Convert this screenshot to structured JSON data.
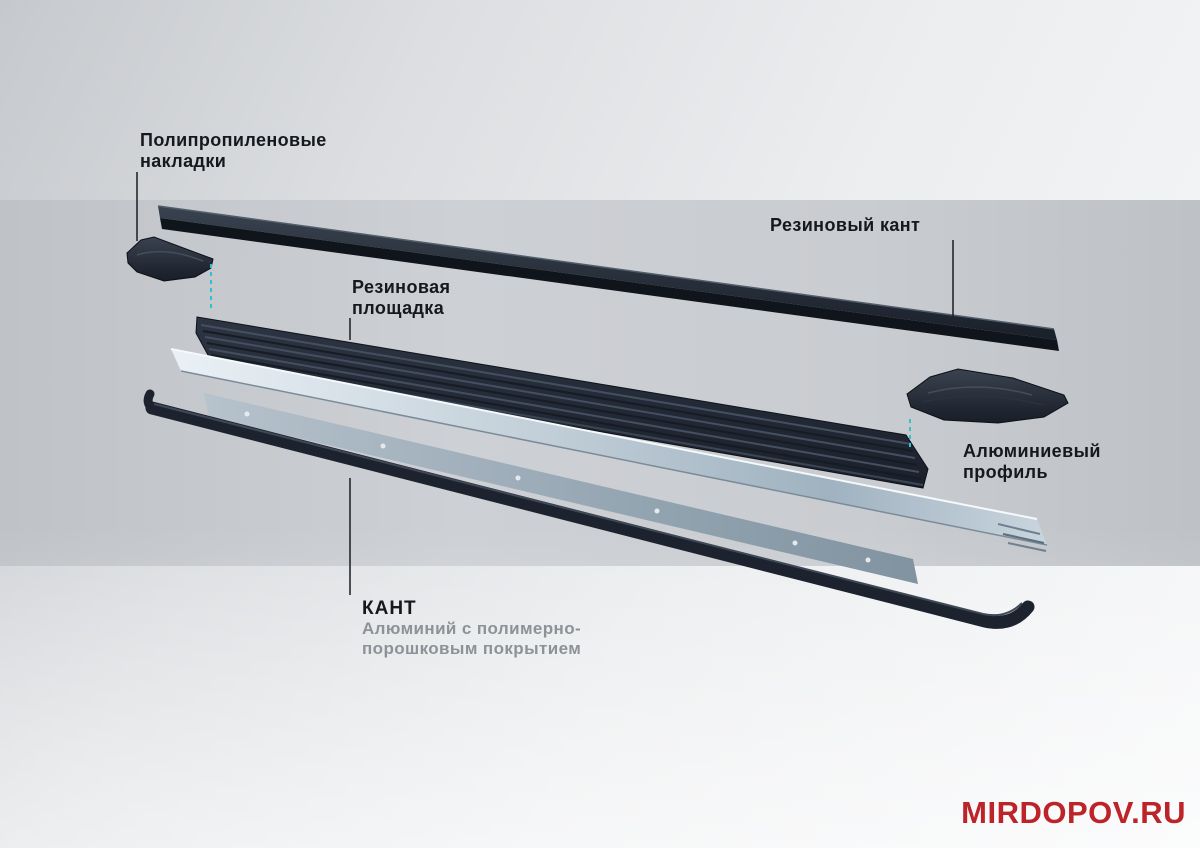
{
  "labels": {
    "polypropylene_pads": {
      "line1": "Полипропиленовые",
      "line2": "накладки"
    },
    "rubber_trim": {
      "text": "Резиновый кант"
    },
    "rubber_pad": {
      "line1": "Резиновая",
      "line2": "площадка"
    },
    "aluminum_profile": {
      "line1": "Алюминиевый",
      "line2": "профиль"
    },
    "edge": {
      "title": "КАНТ",
      "subtitle_line1": "Алюминий с полимерно-",
      "subtitle_line2": "порошковым покрытием"
    }
  },
  "watermark": {
    "text": "MIRDOPOV.RU"
  },
  "colors": {
    "label_dark": "#15181c",
    "subtitle_gray": "#8d9298",
    "accent_teal": "#2cc4d4",
    "watermark_red": "#bc2429",
    "part_dark": "#1d232e"
  }
}
